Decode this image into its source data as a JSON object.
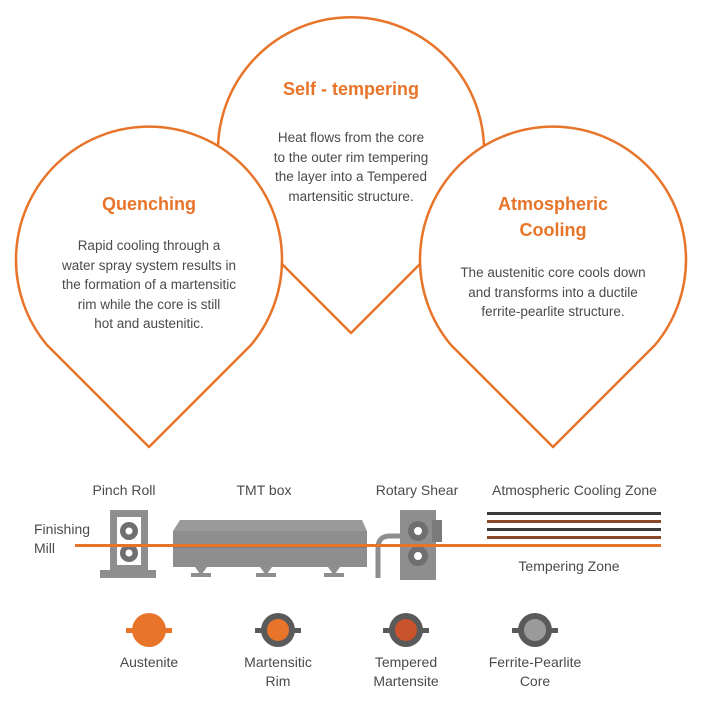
{
  "colors": {
    "accent": "#e8742a",
    "text": "#4a4a4a",
    "machine": "#8e8e8e",
    "machine_dark": "#6f6f6f",
    "stripe_dark": "#3a3a3a",
    "stripe_brown": "#8a4a2a"
  },
  "stages": {
    "self_tempering": {
      "title": "Self - tempering",
      "description": "Heat flows from the core\nto the outer rim tempering\nthe layer into a Tempered\nmartensitic structure."
    },
    "quenching": {
      "title": "Quenching",
      "description": "Rapid cooling through a\nwater spray system results in\nthe formation of a martensitic\nrim while the core is still\nhot and austenitic."
    },
    "atmospheric_cooling": {
      "title": "Atmospheric\nCooling",
      "description": "The austenitic core cools down\nand transforms into a ductile\nferrite-pearlite structure."
    }
  },
  "process": {
    "finishing_mill": "Finishing\nMill",
    "pinch_roll": "Pinch Roll",
    "tmt_box": "TMT box",
    "rotary_shear": "Rotary Shear",
    "atmospheric_cooling_zone": "Atmospheric Cooling Zone",
    "tempering_zone": "Tempering Zone"
  },
  "legend": {
    "austenite": "Austenite",
    "martensitic_rim": "Martensitic\nRim",
    "tempered_martensite": "Tempered\nMartensite",
    "ferrite_pearlite_core": "Ferrite-Pearlite\nCore"
  }
}
